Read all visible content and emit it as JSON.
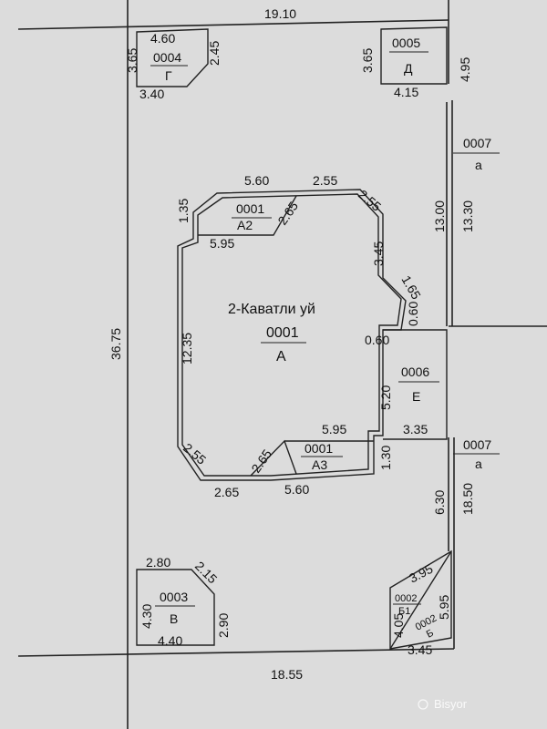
{
  "plot": {
    "top_width": "19.10",
    "bottom_width": "18.55",
    "left_length": "36.75",
    "right_upper": "13.00",
    "right_upper_outer": "13.30",
    "right_lower": "6.30",
    "right_lower_outer": "18.50",
    "right_top": "4.95"
  },
  "main_building": {
    "title": "2-Каватли уй",
    "code": "0001",
    "letter": "А",
    "dims": {
      "top": "5.60",
      "top_right": "2.55",
      "diag_tr": "2.55",
      "right_upper": "3.45",
      "diag_r": "1.65",
      "notch_v": "0.60",
      "notch_h": "0.60",
      "right_lower": "5.20",
      "bottom_right_top": "5.95",
      "bottom_right_v": "1.30",
      "bottom_mid": "5.60",
      "bottom_left": "2.65",
      "diag_bl": "2.55",
      "diag_bl2": "2.65",
      "left": "12.35",
      "left_top": "1.35",
      "inner": "5.95",
      "diag_a2": "2.65"
    },
    "a2": {
      "code": "0001",
      "letter": "А2"
    },
    "a3": {
      "code": "0001",
      "letter": "А3"
    }
  },
  "buildings": {
    "g": {
      "code": "0004",
      "letter": "Г",
      "top": "4.60",
      "left": "3.65",
      "right": "2.45",
      "bottom": "3.40"
    },
    "d": {
      "code": "0005",
      "letter": "Д",
      "left": "3.65",
      "bottom": "4.15"
    },
    "e": {
      "code": "0006",
      "letter": "Е",
      "right": "3.35"
    },
    "v": {
      "code": "0003",
      "letter": "В",
      "top": "2.80",
      "diag": "2.15",
      "left": "4.30",
      "right": "2.90",
      "bottom": "4.40"
    },
    "b1": {
      "code": "0002",
      "letter": "Б1",
      "left": "4.05",
      "diag": "3.95",
      "right": "5.95",
      "bottom": "3.45"
    },
    "b": {
      "code": "0002",
      "letter": "Б"
    }
  },
  "fences": [
    {
      "code": "0007",
      "letter": "а"
    },
    {
      "code": "0007",
      "letter": "а"
    }
  ],
  "watermark": "Bisyor"
}
